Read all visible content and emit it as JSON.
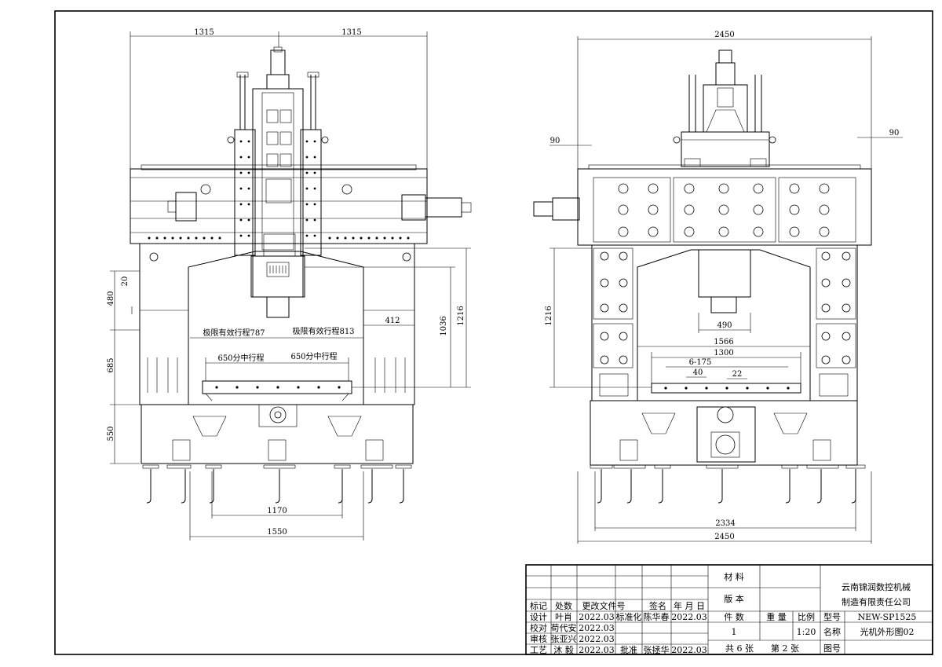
{
  "front_view": {
    "dims": {
      "top_left": "1315",
      "top_right": "1315",
      "d20": "20",
      "d480": "480",
      "d685": "685",
      "d550": "550",
      "travel_left": "极限有效行程787",
      "travel_right": "极限有效行程813",
      "d412": "412",
      "d1036": "1036",
      "d1216": "1216",
      "center_left": "650分中行程",
      "center_right": "650分中行程",
      "d1170": "1170",
      "d1550": "1550"
    }
  },
  "side_view": {
    "dims": {
      "top": "2450",
      "left90": "90",
      "right90": "90",
      "d1216": "1216",
      "d490": "490",
      "d1566": "1566",
      "d1300": "1300",
      "d6_175": "6-175",
      "d40": "40",
      "d22": "22",
      "d2334": "2334",
      "bottom": "2450"
    }
  },
  "title_block": {
    "company_line1": "云南锦润数控机械",
    "company_line2": "制造有限责任公司",
    "material_label": "材 料",
    "version_label": "版 本",
    "header": {
      "mark": "标记",
      "count": "处数",
      "change_doc": "更改文件号",
      "sign": "签名",
      "date": "年 月 日"
    },
    "rows": [
      {
        "role": "设计",
        "name": "叶肖",
        "date": "2022.03",
        "role2": "标准化",
        "name2": "陈华春",
        "date2": "2022.03"
      },
      {
        "role": "校对",
        "name": "苟代安",
        "date": "2022.03"
      },
      {
        "role": "审核",
        "name": "张亚兴",
        "date": "2022.03"
      },
      {
        "role": "工艺",
        "name": "沐 毅",
        "date": "2022.03",
        "role2": "批准",
        "name2": "张拯华",
        "date2": "2022.03"
      }
    ],
    "parts_label": "件 数",
    "weight_label": "重 量",
    "scale_label": "比例",
    "parts_value": "1",
    "scale_value": "1:20",
    "model_label": "型号",
    "model_value": "NEW-SP1525",
    "name_label": "名称",
    "name_value": "光机外形图02",
    "drawing_no_label": "图号",
    "sheets_text": "共 6 张",
    "sheet_no_text": "第 2 张"
  }
}
